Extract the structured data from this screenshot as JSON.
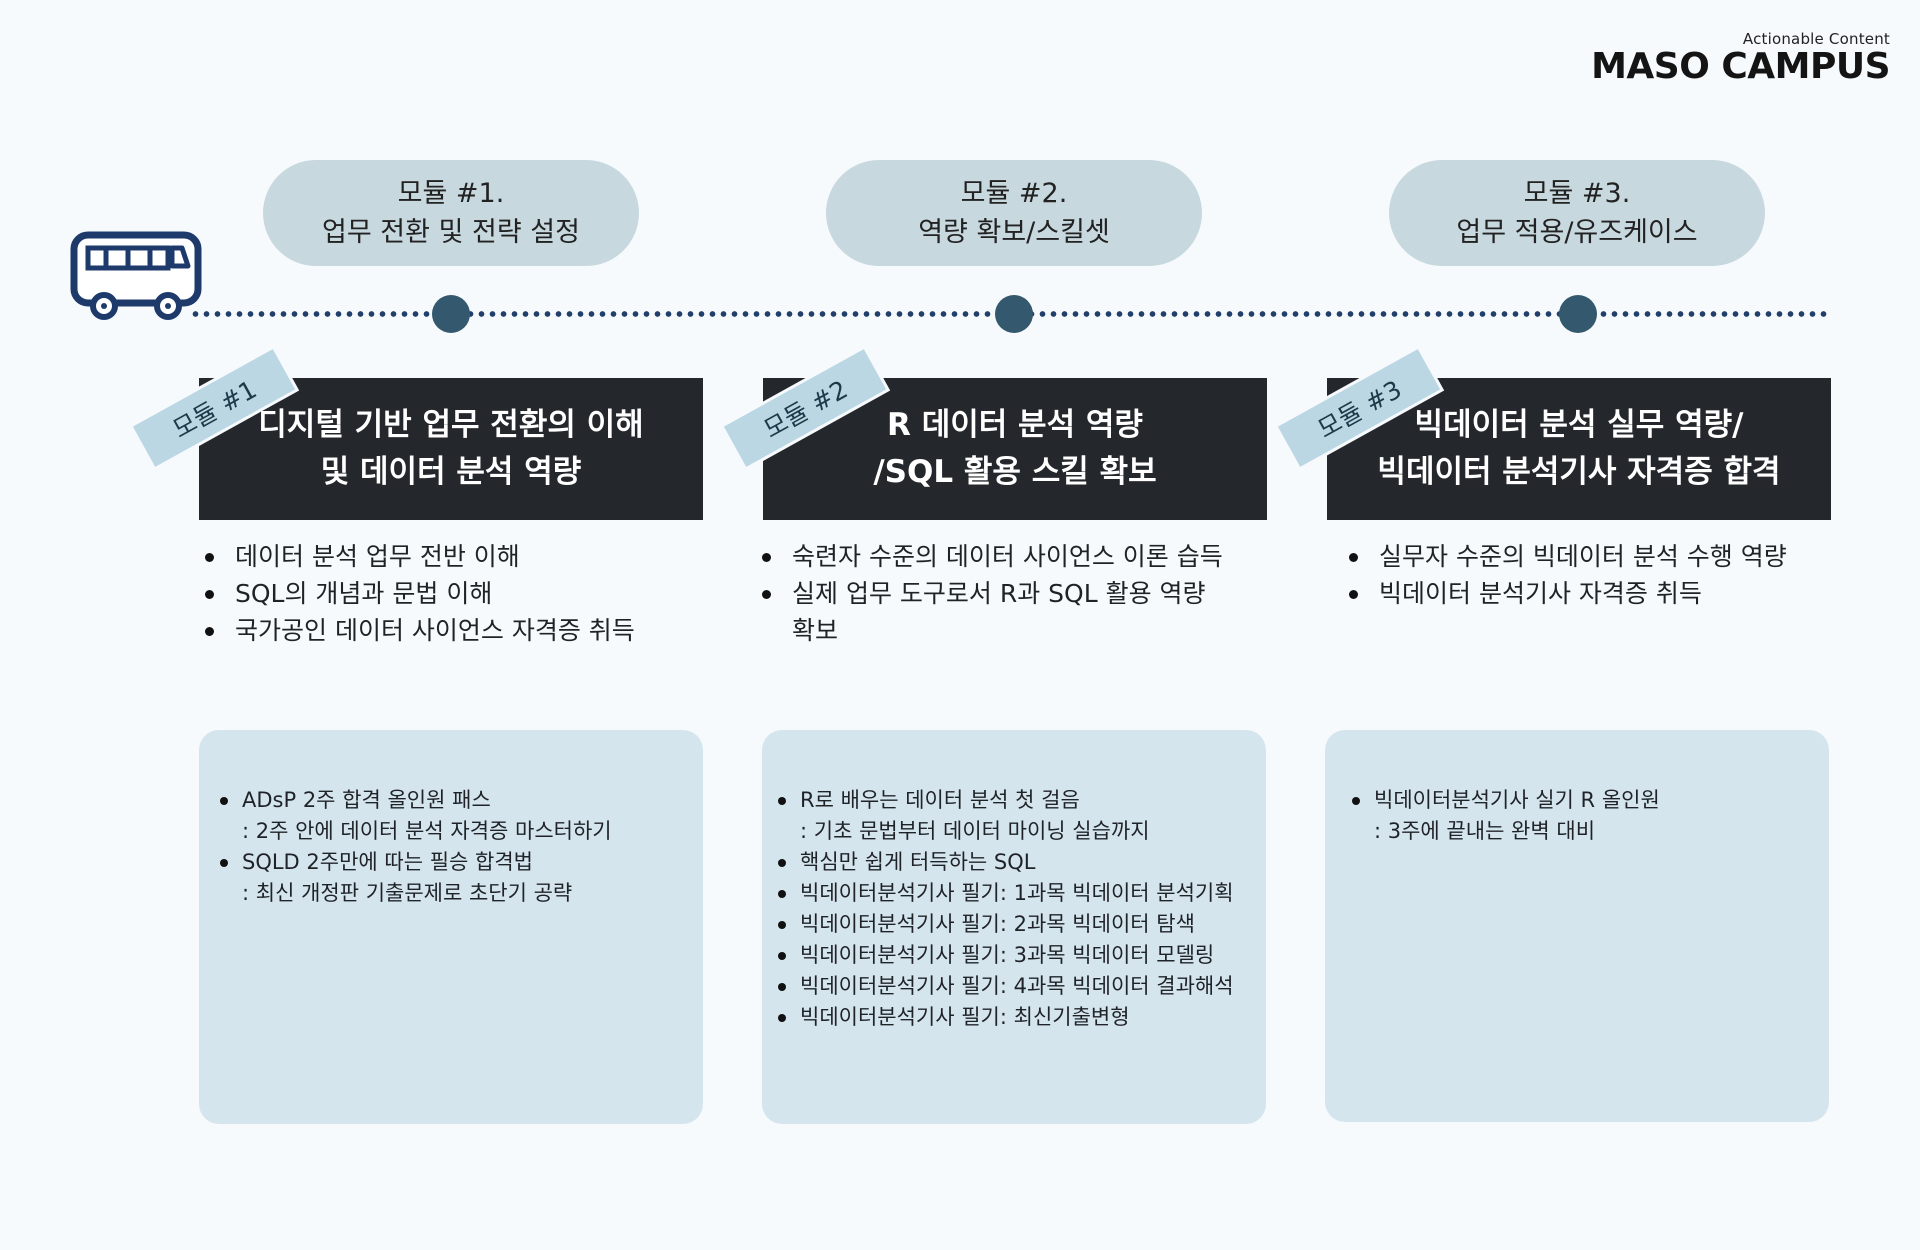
{
  "brand": {
    "sub": "Actionable Content",
    "name": "MASO CAMPUS"
  },
  "pills": [
    {
      "line1": "모듈 #1.",
      "line2": "업무 전환 및 전략 설정"
    },
    {
      "line1": "모듈 #2.",
      "line2": "역량 확보/스킬셋"
    },
    {
      "line1": "모듈 #3.",
      "line2": "업무 적용/유즈케이스"
    }
  ],
  "modules": [
    {
      "ribbon": "모듈 #1",
      "title1": "디지털 기반 업무 전환의 이해",
      "title2": "및 데이터 분석 역량",
      "goals": [
        "데이터 분석 업무 전반 이해",
        "SQL의 개념과 문법 이해",
        "국가공인 데이터 사이언스 자격증 취득"
      ],
      "courses": [
        [
          "ADsP 2주 합격 올인원 패스",
          ": 2주 안에 데이터 분석 자격증 마스터하기"
        ],
        [
          "SQLD 2주만에 따는 필승 합격법",
          ": 최신 개정판 기출문제로 초단기 공략"
        ]
      ]
    },
    {
      "ribbon": "모듈 #2",
      "title1": "R 데이터 분석 역량",
      "title2": "/SQL 활용 스킬 확보",
      "goals": [
        "숙련자 수준의 데이터 사이언스 이론 습득",
        "실제 업무 도구로서 R과 SQL 활용 역량",
        "확보"
      ],
      "courses": [
        [
          "R로 배우는 데이터 분석 첫 걸음",
          ": 기초 문법부터 데이터 마이닝 실습까지"
        ],
        [
          "핵심만 쉽게 터득하는 SQL"
        ],
        [
          "빅데이터분석기사 필기: 1과목 빅데이터 분석기획"
        ],
        [
          "빅데이터분석기사 필기: 2과목 빅데이터 탐색"
        ],
        [
          "빅데이터분석기사 필기: 3과목 빅데이터 모델링"
        ],
        [
          "빅데이터분석기사 필기: 4과목 빅데이터 결과해석"
        ],
        [
          "빅데이터분석기사 필기: 최신기출변형"
        ]
      ]
    },
    {
      "ribbon": "모듈 #3",
      "title1": "빅데이터 분석 실무 역량/",
      "title2": "빅데이터 분석기사 자격증 합격",
      "goals": [
        "실무자 수준의 빅데이터 분석 수행 역량",
        "빅데이터 분석기사 자격증 취득"
      ],
      "courses": [
        [
          "빅데이터분석기사 실기 R 올인원",
          ": 3주에 끝내는 완벽 대비"
        ]
      ]
    }
  ]
}
